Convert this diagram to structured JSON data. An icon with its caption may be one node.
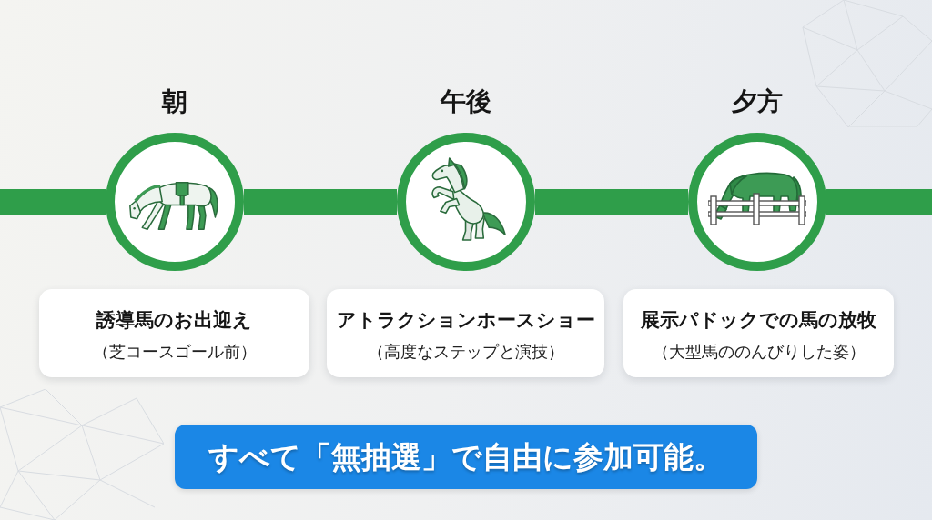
{
  "diagram": {
    "nodes": [
      {
        "text": [
          "朝"
        ]
      },
      {
        "text": [
          "午後"
        ]
      },
      {
        "text": [
          "夕方"
        ]
      },
      {
        "text": [
          "誘導馬のお出迎え",
          "（芝コースゴール前）"
        ]
      },
      {
        "text": [
          "アトラクションホースショー",
          "（高度なステップと演技）"
        ]
      },
      {
        "text": [
          "展示パドックでの馬の放牧",
          "（大型馬ののんびりした姿）"
        ]
      },
      {
        "text": [
          "すべて「無抽選」で自由に参加可能。"
        ]
      }
    ],
    "edges": [
      {
        "from": null,
        "to": 0,
        "arrow": "none"
      },
      {
        "from": 0,
        "to": 1,
        "arrow": "none"
      },
      {
        "from": 1,
        "to": 2,
        "arrow": "none"
      },
      {
        "from": 2,
        "to": null,
        "arrow": "none"
      }
    ]
  }
}
